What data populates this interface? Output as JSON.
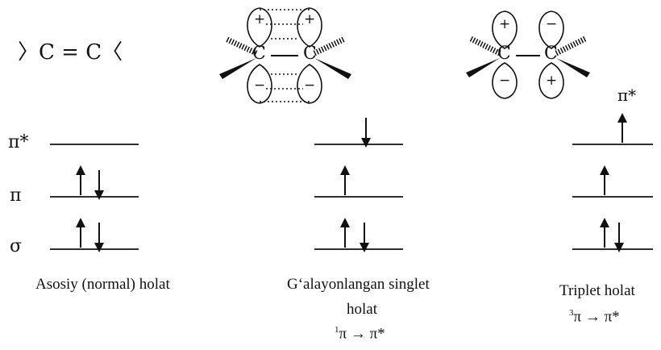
{
  "ethylene_formula": "C = C",
  "level_labels": [
    "π*",
    "π",
    "σ"
  ],
  "states": [
    {
      "name": "Asosiy (normal) holat",
      "notation": "",
      "electrons": {
        "sigma": [
          "up",
          "down"
        ],
        "pi": [
          "up",
          "down"
        ],
        "pistar": []
      }
    },
    {
      "name_line1": "G‘alayonlangan singlet",
      "name_line2": "holat",
      "notation_sup": "1",
      "notation": "π → π*",
      "electrons": {
        "sigma": [
          "up",
          "down"
        ],
        "pi": [
          "up"
        ],
        "pistar": [
          "down"
        ]
      }
    },
    {
      "name": "Triplet holat",
      "notation_sup": "3",
      "notation": "π → π*",
      "pistar_label": "π*",
      "electrons": {
        "sigma": [
          "up",
          "down"
        ],
        "pi": [
          "up"
        ],
        "pistar": [
          "up"
        ]
      }
    }
  ],
  "orbital_diagrams": [
    {
      "atoms": [
        "C",
        "C"
      ],
      "top_signs": [
        "+",
        "+"
      ],
      "bottom_signs": [
        "−",
        "−"
      ]
    },
    {
      "atoms": [
        "C",
        "C"
      ],
      "top_signs": [
        "+",
        "−"
      ],
      "bottom_signs": [
        "−",
        "+"
      ]
    }
  ],
  "colors": {
    "ink": "#111111",
    "background": "#ffffff"
  }
}
